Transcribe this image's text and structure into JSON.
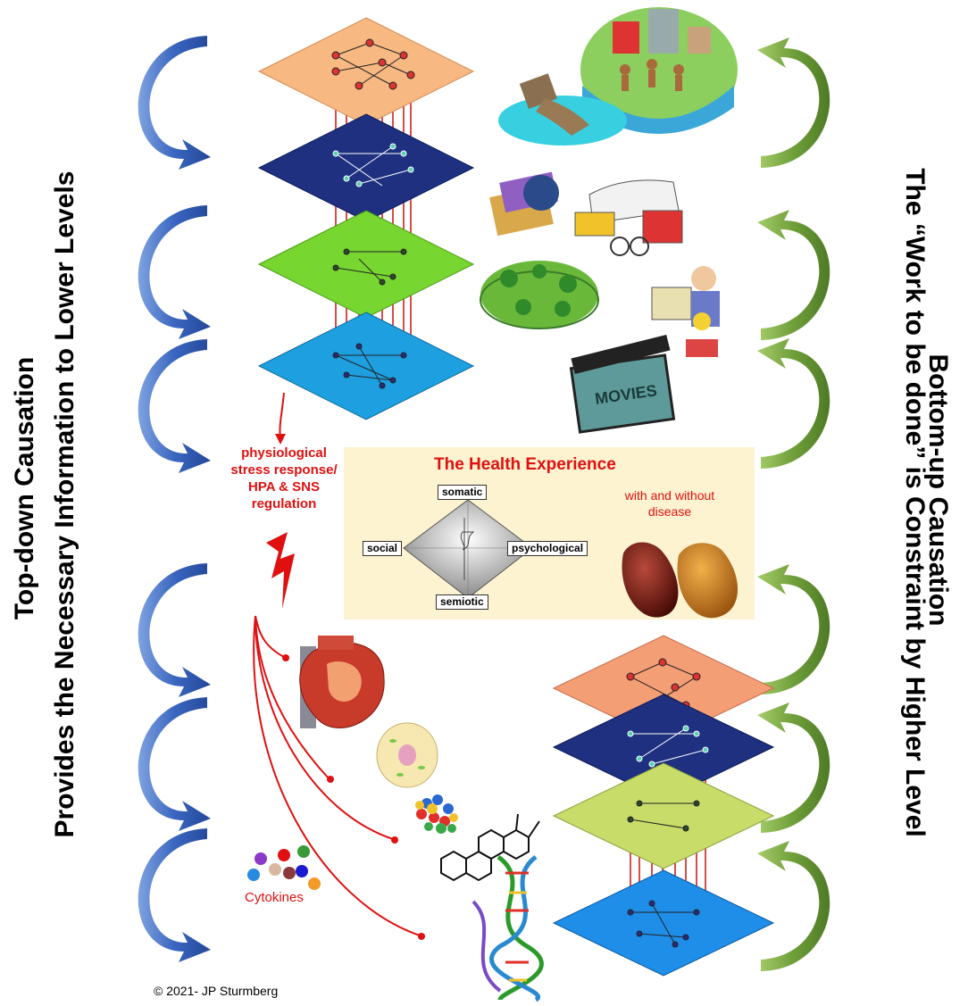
{
  "left_title_line1": "Top-down Causation",
  "left_title_line2": "Provides the Necessary Information to Lower Levels",
  "right_title_line1": "Bottom-up Causation",
  "right_title_line2": "The “Work to be done” is Constraint  by Higher Level",
  "stress_label": [
    "physiological",
    "stress response/",
    "HPA & SNS",
    "regulation"
  ],
  "health": {
    "title": "The Health Experience",
    "subtitle": [
      "with and without",
      "disease"
    ],
    "somatic": "somatic",
    "social": "social",
    "psychological": "psychological",
    "semiotic": "semiotic"
  },
  "movies_sign": "MOVIES",
  "cytokines_label": "Cytokines",
  "copyright": "© 2021- JP Sturmberg",
  "colors": {
    "top_down_arrow": "#4a72b8",
    "bottom_up_arrow": "#6b9a3f",
    "red_link": "#e01010",
    "health_panel_bg": "#fdf3d0"
  }
}
